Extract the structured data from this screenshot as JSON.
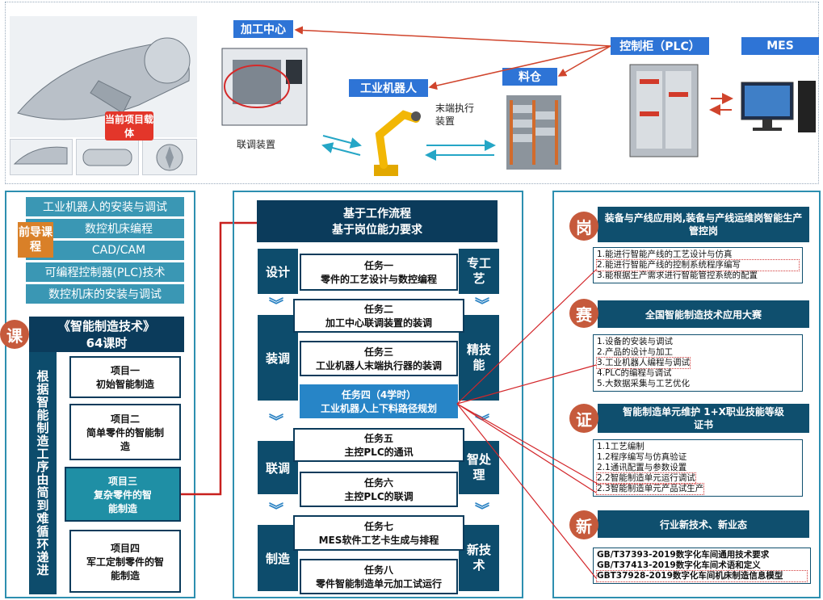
{
  "top": {
    "badge_current": "当前项目载体",
    "label_cnc": "加工中心",
    "label_robot": "工业机器人",
    "label_bin": "料仓",
    "label_plc": "控制柜（PLC）",
    "label_mes": "MES",
    "caption_fixture": "联调装置",
    "caption_effector": "末端执行装置"
  },
  "left": {
    "prereq_tag": "前导课程",
    "prereq_courses": [
      "工业机器人的安装与调试",
      "数控机床编程",
      "CAD/CAM",
      "可编程控制器(PLC)技术",
      "数控机床的安装与调试"
    ],
    "course_badge": "课",
    "course_title": "《智能制造技术》",
    "course_hours": "64课时",
    "vertical_text": "根据智能制造工序由简到难循环递进",
    "projects": [
      {
        "title": "项目一",
        "name": "初始智能制造"
      },
      {
        "title": "项目二",
        "name": "简单零件的智能制造"
      },
      {
        "title": "项目三",
        "name": "复杂零件的智能制造"
      },
      {
        "title": "项目四",
        "name": "军工定制零件的智能制造"
      }
    ]
  },
  "middle": {
    "header_line1": "基于工作流程",
    "header_line2": "基于岗位能力要求",
    "stages": [
      "设计",
      "装调",
      "联调",
      "制造"
    ],
    "skills": [
      "专工艺",
      "精技能",
      "智处理",
      "新技术"
    ],
    "tasks": [
      {
        "title": "任务一",
        "name": "零件的工艺设计与数控编程"
      },
      {
        "title": "任务二",
        "name": "加工中心联调装置的装调"
      },
      {
        "title": "任务三",
        "name": "工业机器人末端执行器的装调"
      },
      {
        "title": "任务四（4学时）",
        "name": "工业机器人上下料路径规划"
      },
      {
        "title": "任务五",
        "name": "主控PLC的通讯"
      },
      {
        "title": "任务六",
        "name": "主控PLC的联调"
      },
      {
        "title": "任务七",
        "name": "MES软件工艺卡生成与排程"
      },
      {
        "title": "任务八",
        "name": "零件智能制造单元加工试运行"
      }
    ]
  },
  "right": {
    "sections": [
      {
        "badge": "岗",
        "title": "装备与产线应用岗,装备与产线运维岗智能生产管控岗",
        "items": [
          "1.能进行智能产线的工艺设计与仿真",
          "2.能进行智能产线的控制系统程序编写",
          "3.能根据生产需求进行智能管控系统的配置"
        ]
      },
      {
        "badge": "赛",
        "title": "全国智能制造技术应用大赛",
        "items": [
          "1.设备的安装与调试",
          "2.产品的设计与加工",
          "3.工业机器人编程与调试",
          "4.PLC的编程与调试",
          "5.大数据采集与工艺优化"
        ]
      },
      {
        "badge": "证",
        "title": "智能制造单元维护 1+X职业技能等级证书",
        "items": [
          "1.1工艺编制",
          "1.2程序编写与仿真验证",
          "2.1通讯配置与参数设置",
          "2.2智能制造单元运行调试",
          "2.3智能制造单元产品试生产"
        ]
      },
      {
        "badge": "新",
        "title": "行业新技术、新业态",
        "items": [
          "GB/T37393-2019数字化车间通用技术要求",
          "GB/T37413-2019数字化车间术语和定义",
          "GBT37928-2019数字化车间机床制造信息模型"
        ]
      }
    ]
  }
}
